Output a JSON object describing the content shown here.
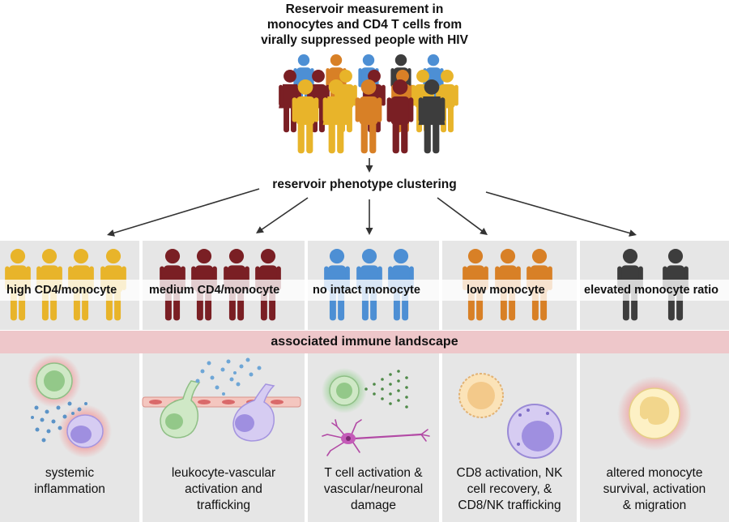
{
  "header": {
    "title_lines": [
      "Reservoir measurement in",
      "monocytes and CD4 T cells from",
      "virally suppressed people with HIV"
    ],
    "subtitle": "reservoir phenotype clustering"
  },
  "colors": {
    "high": "#e8b42a",
    "medium": "#7a1f24",
    "none": "#4d8fd4",
    "low": "#d88026",
    "elevated": "#3d3d3d",
    "panel": "#e6e6e6",
    "landscape_band": "#eec7ca"
  },
  "groups": [
    {
      "label": "high CD4/monocyte",
      "color": "high",
      "description": [
        "systemic",
        "inflammation"
      ]
    },
    {
      "label": "medium CD4/monocyte",
      "color": "medium",
      "description": [
        "leukocyte-vascular",
        "activation and",
        "trafficking"
      ]
    },
    {
      "label": "no intact monocyte",
      "color": "none",
      "description": [
        "T cell activation &",
        "vascular/neuronal",
        "damage"
      ]
    },
    {
      "label": "low monocyte",
      "color": "low",
      "description": [
        "CD8 activation,  NK",
        "cell recovery, &",
        "CD8/NK trafficking"
      ]
    },
    {
      "label": "elevated monocyte ratio",
      "color": "elevated",
      "description": [
        "altered monocyte",
        "survival, activation",
        "& migration"
      ]
    }
  ],
  "landscape_label": "associated immune landscape"
}
